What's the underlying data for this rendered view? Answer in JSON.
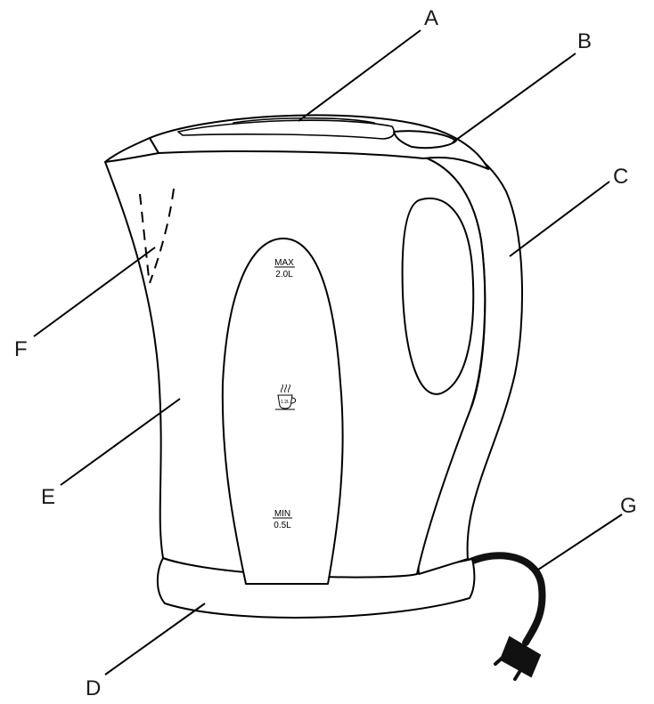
{
  "callouts": {
    "a": "A",
    "b": "B",
    "c": "C",
    "d": "D",
    "e": "E",
    "f": "F",
    "g": "G"
  },
  "water_window": {
    "max_label": "MAX",
    "max_volume": "2.0L",
    "cup_marking": "1.2L",
    "min_label": "MIN",
    "min_volume": "0.5L"
  },
  "colors": {
    "line": "#000000",
    "background": "#ffffff",
    "cord": "#111111"
  }
}
